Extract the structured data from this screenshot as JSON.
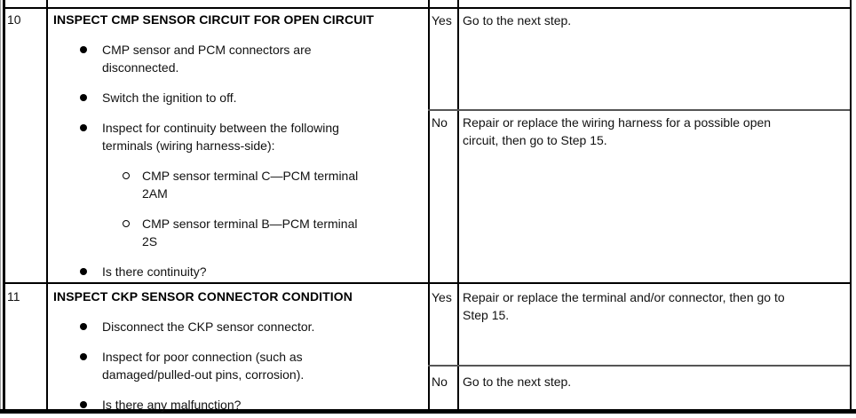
{
  "colors": {
    "background": "#ffffff",
    "grid_line": "#000000",
    "cell_divider": "#555555",
    "text": "#111111"
  },
  "rows": [
    {
      "step": "10",
      "title": "INSPECT CMP SENSOR CIRCUIT FOR OPEN CIRCUIT",
      "items": [
        {
          "level": 1,
          "lines": [
            "CMP sensor and PCM connectors are",
            "disconnected."
          ]
        },
        {
          "level": 1,
          "lines": [
            "Switch the ignition to off."
          ]
        },
        {
          "level": 1,
          "lines": [
            "Inspect for continuity between the following",
            "terminals (wiring harness-side):"
          ]
        },
        {
          "level": 2,
          "lines": [
            "CMP sensor terminal C—PCM terminal",
            "2AM"
          ]
        },
        {
          "level": 2,
          "lines": [
            "CMP sensor terminal B—PCM terminal",
            "2S"
          ]
        },
        {
          "level": 1,
          "lines": [
            "Is there continuity?"
          ]
        }
      ],
      "yes_label": "Yes",
      "yes_lines": [
        "Go to the next step."
      ],
      "no_label": "No",
      "no_lines": [
        "Repair or replace the wiring harness for a possible open",
        "circuit, then go to Step 15."
      ]
    },
    {
      "step": "11",
      "title": "INSPECT CKP SENSOR CONNECTOR CONDITION",
      "items": [
        {
          "level": 1,
          "lines": [
            "Disconnect the CKP sensor connector."
          ]
        },
        {
          "level": 1,
          "lines": [
            "Inspect for poor connection (such as",
            "damaged/pulled-out pins, corrosion)."
          ]
        },
        {
          "level": 1,
          "lines": [
            "Is there any malfunction?"
          ]
        }
      ],
      "yes_label": "Yes",
      "yes_lines": [
        "Repair or replace the terminal and/or connector, then go to",
        "Step 15."
      ],
      "no_label": "No",
      "no_lines": [
        "Go to the next step."
      ]
    }
  ]
}
